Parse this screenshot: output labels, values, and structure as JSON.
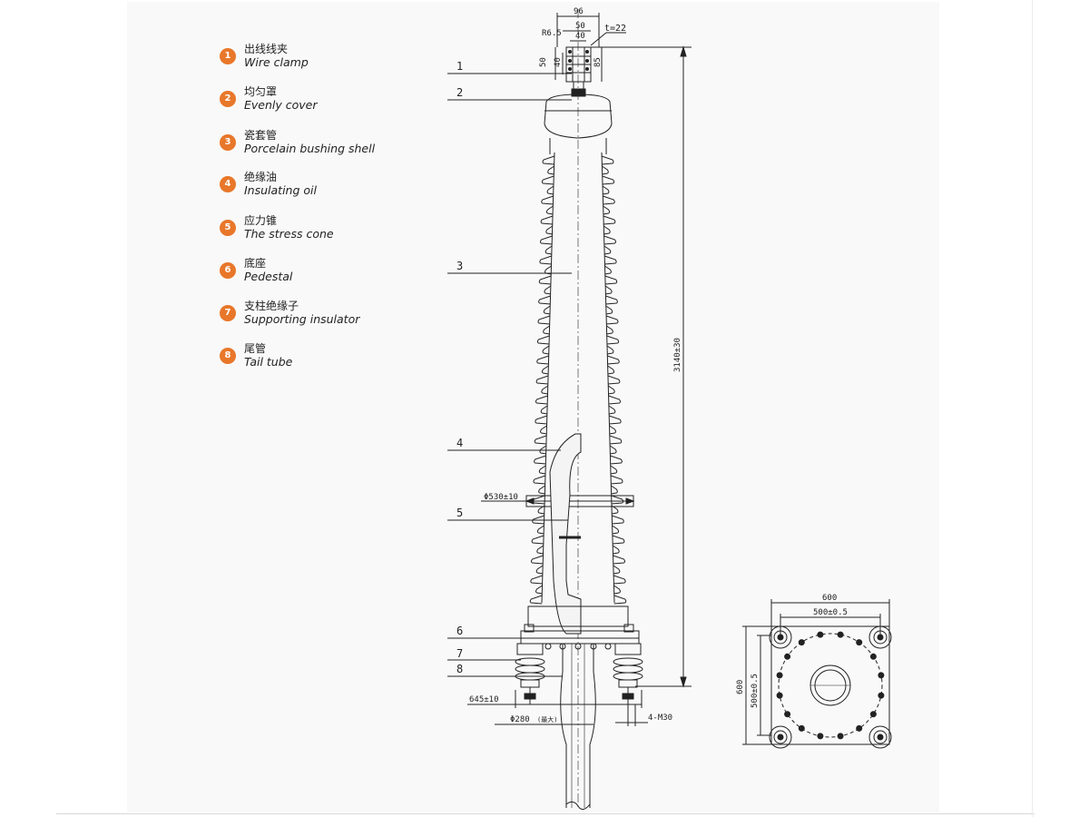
{
  "legend": [
    {
      "num": "1",
      "cn": "出线线夹",
      "en": "Wire clamp"
    },
    {
      "num": "2",
      "cn": "均匀罩",
      "en": "Evenly cover"
    },
    {
      "num": "3",
      "cn": "瓷套管",
      "en": "Porcelain bushing shell"
    },
    {
      "num": "4",
      "cn": "绝缘油",
      "en": "Insulating oil"
    },
    {
      "num": "5",
      "cn": "应力锥",
      "en": "The stress cone"
    },
    {
      "num": "6",
      "cn": "底座",
      "en": "Pedestal"
    },
    {
      "num": "7",
      "cn": "支柱绝缘子",
      "en": "Supporting insulator"
    },
    {
      "num": "8",
      "cn": "尾管",
      "en": "Tail tube"
    }
  ],
  "callouts": [
    "1",
    "2",
    "3",
    "4",
    "5",
    "6",
    "7",
    "8"
  ],
  "dimensions": {
    "top_width": "96",
    "top_inner": "50",
    "top_inner2": "40",
    "radius": "R6.5",
    "thickness": "t=22",
    "left_50": "50",
    "left_40": "40",
    "right_85": "85",
    "height": "3140±30",
    "shed_diameter": "Φ530±10",
    "base_width": "645±10",
    "tail_diameter": "Φ280",
    "tail_note": "(最大)",
    "bolt": "4-M30",
    "plan_width": "600",
    "plan_inner_width": "500±0.5",
    "plan_height": "600",
    "plan_inner_height": "500±0.5"
  },
  "colors": {
    "badge": "#e8772a",
    "line": "#222222",
    "panel": "#f9f9f9"
  }
}
